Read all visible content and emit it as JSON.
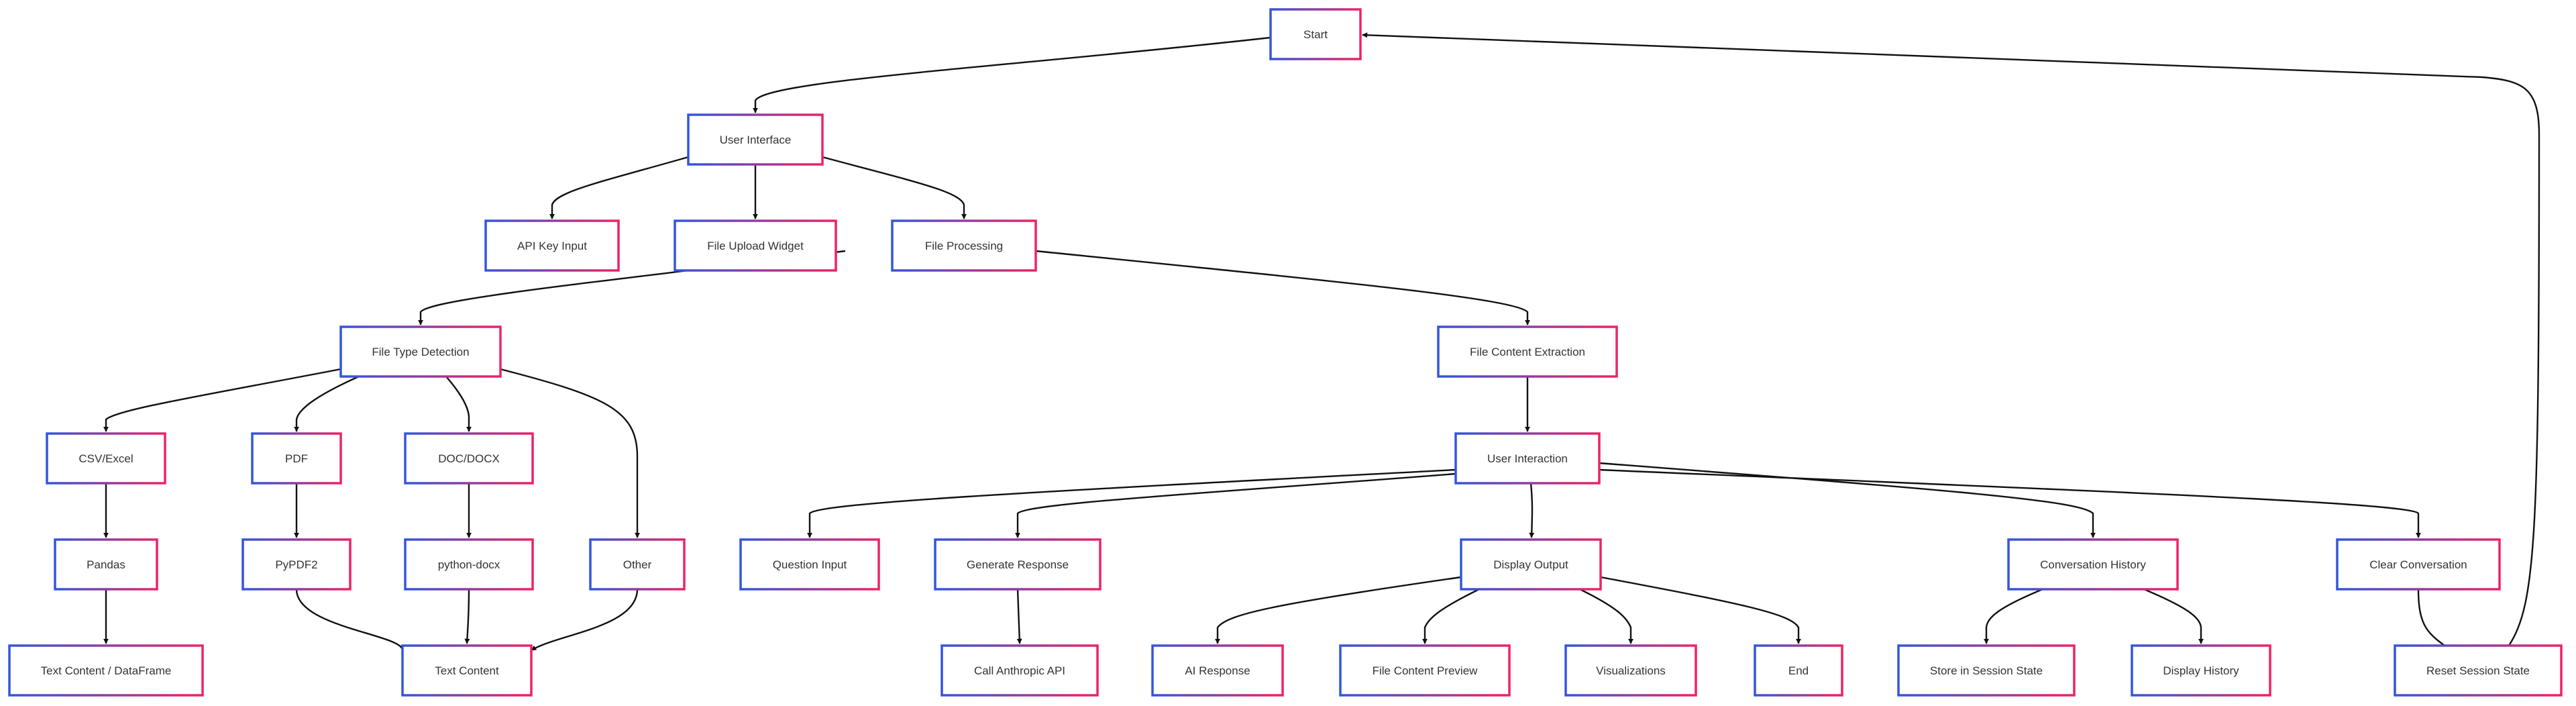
{
  "colors": {
    "node_fill": "#ffffff",
    "node_border_primary": "#3355dd",
    "node_border_secondary": "#ee2266",
    "edge": "#111111",
    "text": "#333333"
  },
  "nodes": [
    {
      "id": "start",
      "label": "Start"
    },
    {
      "id": "ui",
      "label": "User Interface"
    },
    {
      "id": "api_key",
      "label": "API Key Input"
    },
    {
      "id": "upload",
      "label": "File Upload Widget"
    },
    {
      "id": "processing",
      "label": "File Processing"
    },
    {
      "id": "type_detect",
      "label": "File Type Detection"
    },
    {
      "id": "extraction",
      "label": "File Content Extraction"
    },
    {
      "id": "csv",
      "label": "CSV/Excel"
    },
    {
      "id": "pdf",
      "label": "PDF"
    },
    {
      "id": "docx",
      "label": "DOC/DOCX"
    },
    {
      "id": "other",
      "label": "Other"
    },
    {
      "id": "interaction",
      "label": "User Interaction"
    },
    {
      "id": "pandas",
      "label": "Pandas"
    },
    {
      "id": "pypdf2",
      "label": "PyPDF2"
    },
    {
      "id": "python_docx",
      "label": "python-docx"
    },
    {
      "id": "question",
      "label": "Question Input"
    },
    {
      "id": "generate",
      "label": "Generate Response"
    },
    {
      "id": "display_output",
      "label": "Display Output"
    },
    {
      "id": "history",
      "label": "Conversation History"
    },
    {
      "id": "clear",
      "label": "Clear Conversation"
    },
    {
      "id": "text_df",
      "label": "Text Content / DataFrame"
    },
    {
      "id": "text_content",
      "label": "Text Content"
    },
    {
      "id": "anthropic",
      "label": "Call Anthropic API"
    },
    {
      "id": "ai_response",
      "label": "AI Response"
    },
    {
      "id": "preview",
      "label": "File Content Preview"
    },
    {
      "id": "viz",
      "label": "Visualizations"
    },
    {
      "id": "end",
      "label": "End"
    },
    {
      "id": "store",
      "label": "Store in Session State"
    },
    {
      "id": "display_history",
      "label": "Display History"
    },
    {
      "id": "reset",
      "label": "Reset Session State"
    }
  ],
  "edges": [
    {
      "from": "start",
      "to": "ui"
    },
    {
      "from": "ui",
      "to": "api_key"
    },
    {
      "from": "ui",
      "to": "upload"
    },
    {
      "from": "ui",
      "to": "processing"
    },
    {
      "from": "upload",
      "to": "type_detect"
    },
    {
      "from": "processing",
      "to": "extraction"
    },
    {
      "from": "type_detect",
      "to": "csv"
    },
    {
      "from": "type_detect",
      "to": "pdf"
    },
    {
      "from": "type_detect",
      "to": "docx"
    },
    {
      "from": "type_detect",
      "to": "other"
    },
    {
      "from": "extraction",
      "to": "interaction"
    },
    {
      "from": "csv",
      "to": "pandas"
    },
    {
      "from": "pdf",
      "to": "pypdf2"
    },
    {
      "from": "docx",
      "to": "python_docx"
    },
    {
      "from": "pandas",
      "to": "text_df"
    },
    {
      "from": "pypdf2",
      "to": "text_content"
    },
    {
      "from": "python_docx",
      "to": "text_content"
    },
    {
      "from": "other",
      "to": "text_content"
    },
    {
      "from": "interaction",
      "to": "question"
    },
    {
      "from": "interaction",
      "to": "generate"
    },
    {
      "from": "interaction",
      "to": "display_output"
    },
    {
      "from": "interaction",
      "to": "history"
    },
    {
      "from": "interaction",
      "to": "clear"
    },
    {
      "from": "generate",
      "to": "anthropic"
    },
    {
      "from": "display_output",
      "to": "ai_response"
    },
    {
      "from": "display_output",
      "to": "preview"
    },
    {
      "from": "display_output",
      "to": "viz"
    },
    {
      "from": "display_output",
      "to": "end"
    },
    {
      "from": "history",
      "to": "store"
    },
    {
      "from": "history",
      "to": "display_history"
    },
    {
      "from": "clear",
      "to": "reset"
    },
    {
      "from": "reset",
      "to": "start"
    }
  ]
}
